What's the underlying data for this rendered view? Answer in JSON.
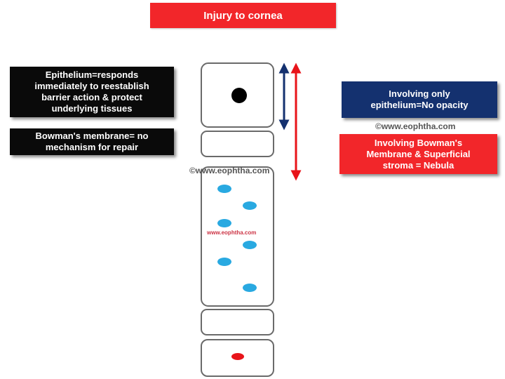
{
  "title": "Injury to cornea",
  "notes": {
    "epithelium": [
      "Epithelium=responds",
      "immediately to reestablish",
      "barrier action & protect",
      "underlying tissues"
    ],
    "bowman": [
      "Bowman's membrane= no",
      "mechanism for repair"
    ],
    "epithelium_only": [
      "Involving only",
      "epithelium=No opacity"
    ],
    "bowman_stroma": [
      "Involving Bowman's",
      "Membrane & Superficial",
      "stroma = Nebula"
    ]
  },
  "watermarks": {
    "right": "©www.eophtha.com",
    "center": "©www.eophtha.com",
    "inner": "www.eophtha.com"
  },
  "colors": {
    "title_red": "#f2262a",
    "navy": "#14316f",
    "black": "#0a0a0a",
    "cell_dot_blue": "#29a9e1",
    "nucleus_black": "#000000",
    "endothelium_dot_red": "#e8141a",
    "arrow_navy": "#14316f",
    "arrow_red": "#e8141a"
  }
}
